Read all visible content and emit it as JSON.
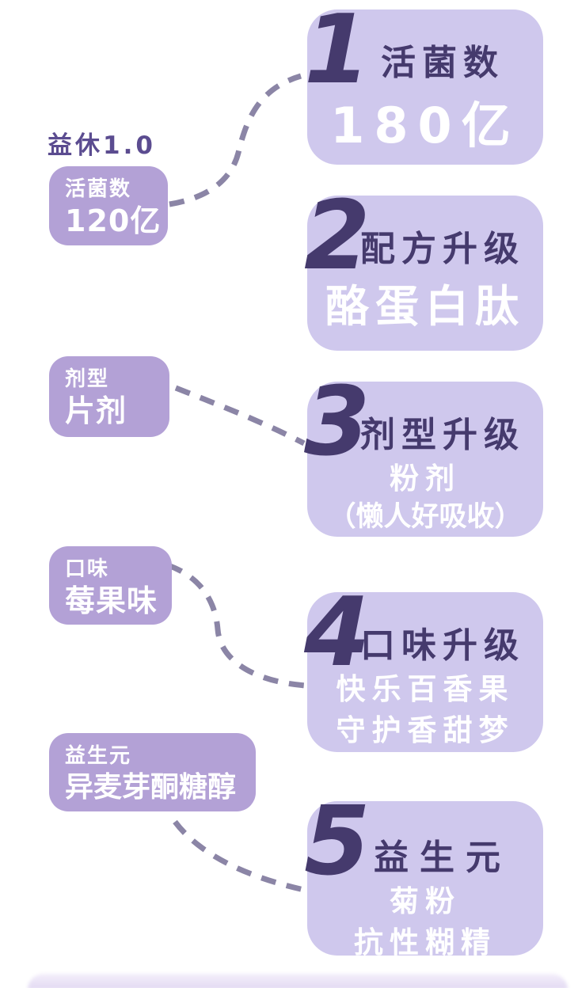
{
  "colors": {
    "background": "#ffffff",
    "upgrade_card_bg": "#cfc8ed",
    "old_pill_bg": "#b3a1d6",
    "dark_purple_text": "#453a6d",
    "old_title_purple": "#5b4c90",
    "card_value_text": "#ffffff",
    "dashed_connector": "#8b85a6",
    "bottom_band": "#e9e1f6"
  },
  "old_version": {
    "title": "益休1.0",
    "items": [
      {
        "label": "活菌数",
        "value": "120亿"
      },
      {
        "label": "剂型",
        "value": "片剂"
      },
      {
        "label": "口味",
        "value": "莓果味"
      },
      {
        "label": "益生元",
        "value": "异麦芽酮糖醇"
      }
    ]
  },
  "upgrades": [
    {
      "number": "1",
      "heading": "活菌数",
      "lines": [
        "180亿"
      ]
    },
    {
      "number": "2",
      "heading": "配方升级",
      "lines": [
        "酪蛋白肽"
      ]
    },
    {
      "number": "3",
      "heading": "剂型升级",
      "lines": [
        "粉剂",
        "（懒人好吸收）"
      ]
    },
    {
      "number": "4",
      "heading": "口味升级",
      "lines": [
        "快乐百香果",
        "守护香甜梦"
      ]
    },
    {
      "number": "5",
      "heading": "益生元",
      "lines": [
        "菊粉",
        "抗性糊精"
      ]
    }
  ]
}
